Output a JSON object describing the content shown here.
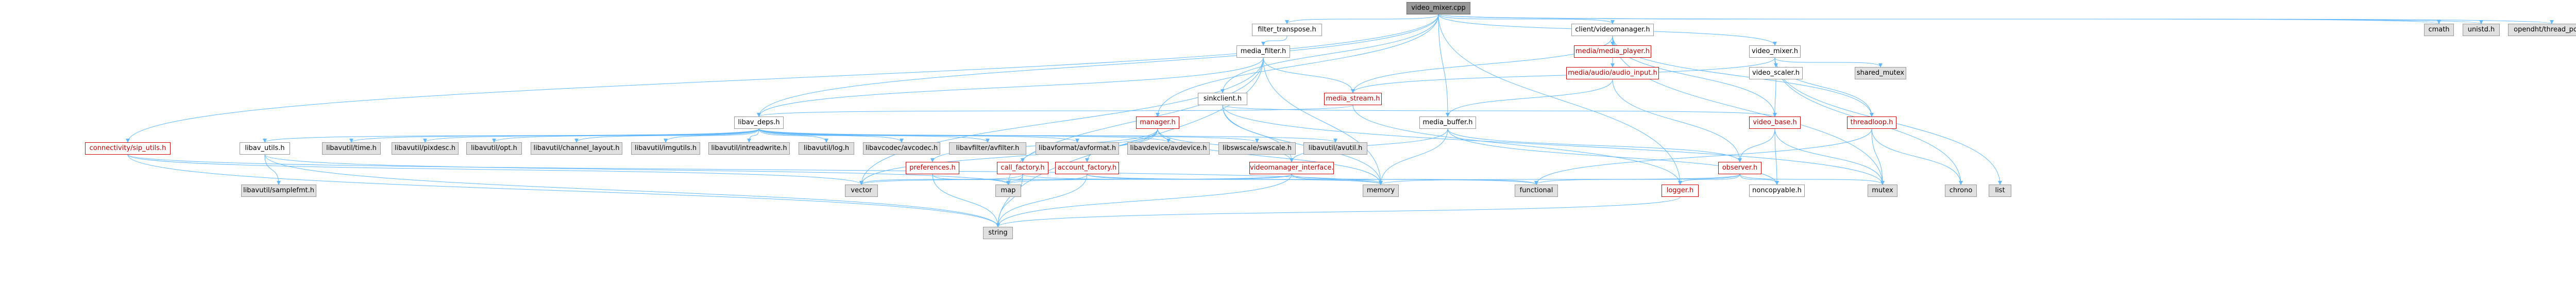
{
  "colors": {
    "root_fill": "#999999",
    "external_fill": "#e0e0e0",
    "local_fill": "#ffffff",
    "edge_color": "#63b8ff",
    "truncated_border": "#cc0000"
  },
  "nodes": {
    "video_mixer_cpp": "video_mixer.cpp",
    "cmath": "cmath",
    "unistd_h": "unistd.h",
    "opendht_thread_pool_h": "opendht/thread_pool.h",
    "filter_transpose_h": "filter_transpose.h",
    "client_videomanager_h": "client/videomanager.h",
    "video_mixer_h": "video_mixer.h",
    "media_filter_h": "media_filter.h",
    "media_media_player_h": "media/media_player.h",
    "media_audio_audio_input_h": "media/audio/audio_input.h",
    "video_scaler_h": "video_scaler.h",
    "shared_mutex": "shared_mutex",
    "sinkclient_h": "sinkclient.h",
    "media_stream_h": "media_stream.h",
    "libav_deps_h": "libav_deps.h",
    "manager_h": "manager.h",
    "media_buffer_h": "media_buffer.h",
    "video_base_h": "video_base.h",
    "threadloop_h": "threadloop.h",
    "connectivity_sip_utils_h": "connectivity/sip_utils.h",
    "libav_utils_h": "libav_utils.h",
    "preferences_h": "preferences.h",
    "call_factory_h": "call_factory.h",
    "account_factory_h": "account_factory.h",
    "videomanager_interface_h": "videomanager_interface.h",
    "observer_h": "observer.h",
    "logger_h": "logger.h",
    "noncopyable_h": "noncopyable.h",
    "libavutil_samplefmt_h": "libavutil/samplefmt.h",
    "libavutil_time_h": "libavutil/time.h",
    "libavutil_pixdesc_h": "libavutil/pixdesc.h",
    "libavutil_opt_h": "libavutil/opt.h",
    "libavutil_channel_layout_h": "libavutil/channel_layout.h",
    "libavutil_imgutils_h": "libavutil/imgutils.h",
    "libavutil_intreadwrite_h": "libavutil/intreadwrite.h",
    "libavutil_log_h": "libavutil/log.h",
    "libavcodec_avcodec_h": "libavcodec/avcodec.h",
    "libavfilter_avfilter_h": "libavfilter/avfilter.h",
    "libavformat_avformat_h": "libavformat/avformat.h",
    "libavdevice_avdevice_h": "libavdevice/avdevice.h",
    "libswscale_swscale_h": "libswscale/swscale.h",
    "libavutil_avutil_h": "libavutil/avutil.h",
    "vector": "vector",
    "map": "map",
    "memory": "memory",
    "functional": "functional",
    "mutex": "mutex",
    "chrono": "chrono",
    "list": "list",
    "string": "string"
  }
}
